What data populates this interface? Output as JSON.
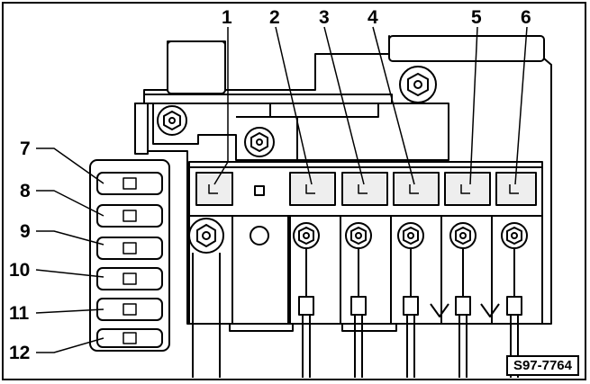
{
  "top_callouts": [
    "1",
    "2",
    "3",
    "4",
    "5",
    "6"
  ],
  "left_callouts": [
    "7",
    "8",
    "9",
    "10",
    "11",
    "12"
  ],
  "figure_code": "S97-7764",
  "colors": {
    "line": "#000000",
    "fill": "#ffffff",
    "shade": "#d6d6d6"
  }
}
